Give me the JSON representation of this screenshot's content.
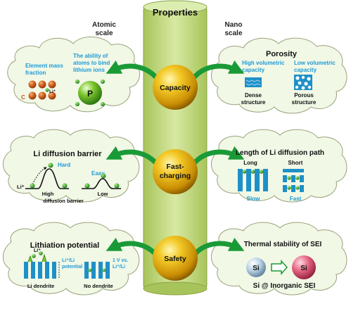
{
  "center": {
    "title": "Properties",
    "spheres": [
      "Capacity",
      "Fast-",
      "charging",
      "Safety"
    ]
  },
  "scales": {
    "atomic_1": "Atomic",
    "atomic_2": "scale",
    "nano_1": "Nano",
    "nano_2": "scale"
  },
  "capacity_left": {
    "mass_1": "Element mass",
    "mass_2": "fraction",
    "ability_1": "The ability of",
    "ability_2": "atoms to bind",
    "ability_3": "lithium ions",
    "li_label": "Li⁺",
    "c_label": "C",
    "p_label": "P"
  },
  "capacity_right": {
    "title": "Porosity",
    "high_1": "High volumetric",
    "high_2": "capacity",
    "low_1": "Low volumetric",
    "low_2": "capacity",
    "dense_1": "Dense",
    "dense_2": "structure",
    "porous_1": "Porous",
    "porous_2": "structure"
  },
  "fast_left": {
    "title": "Li diffusion barrier",
    "hard": "Hard",
    "easy": "Easy",
    "li": "Li⁺",
    "high_1": "High",
    "high_2": "diffusion barrier",
    "low": "Low"
  },
  "fast_right": {
    "title": "Length of Li diffusion path",
    "long": "Long",
    "short": "Short",
    "slow": "Slow",
    "fast": "Fast"
  },
  "safety_left": {
    "title": "Lithiation potential",
    "li": "Li⁺",
    "pot_1": "Li⁺/Li",
    "pot_2": "potential",
    "v_1": "1 V vs.",
    "v_2": "Li⁺/Li",
    "dendrite": "Li dendrite",
    "no_dendrite": "No dendrite"
  },
  "safety_right": {
    "title": "Thermal stability of SEI",
    "si": "Si",
    "subtitle": "Si @ Inorganic SEI"
  },
  "colors": {
    "column": "#bcd67a",
    "sphere": "#e9b60c",
    "arrow": "#1a9a37",
    "blue_text": "#1e9ad6",
    "nano_blue": "#1e90c8",
    "copper": "#c7531d"
  }
}
